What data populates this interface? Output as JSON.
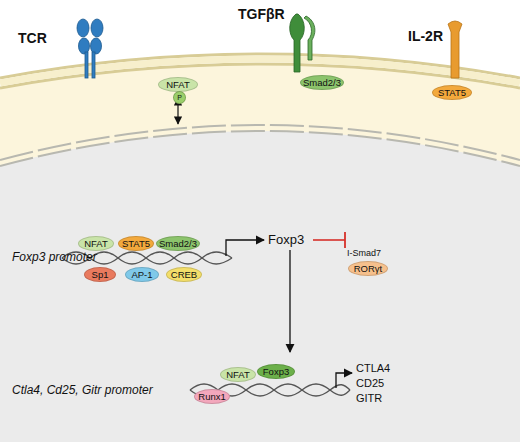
{
  "diagram": {
    "nodes": [
      {
        "text": [
          "NFAT",
          "P"
        ]
      },
      {
        "text": [
          "Smad2/3"
        ]
      },
      {
        "text": [
          "STAT5"
        ]
      },
      {
        "text": [
          "NFAT"
        ]
      },
      {
        "text": [
          "STAT5"
        ]
      },
      {
        "text": [
          "Smad2/3"
        ]
      },
      {
        "text": [
          "Sp1"
        ]
      },
      {
        "text": [
          "AP-1"
        ]
      },
      {
        "text": [
          "CREB"
        ]
      },
      {
        "text": [
          "RORγt"
        ]
      },
      {
        "text": [
          "NFAT"
        ]
      },
      {
        "text": [
          "Foxp3"
        ]
      },
      {
        "text": [
          "Runx1"
        ]
      }
    ],
    "labels": [
      "TCR",
      "TGFβR",
      "IL-2R",
      "Foxp3 promoter",
      "Foxp3",
      "I-Smad7",
      "Ctla4, Cd25, Gitr promoter",
      "CTLA4",
      "CD25",
      "GITR"
    ]
  }
}
